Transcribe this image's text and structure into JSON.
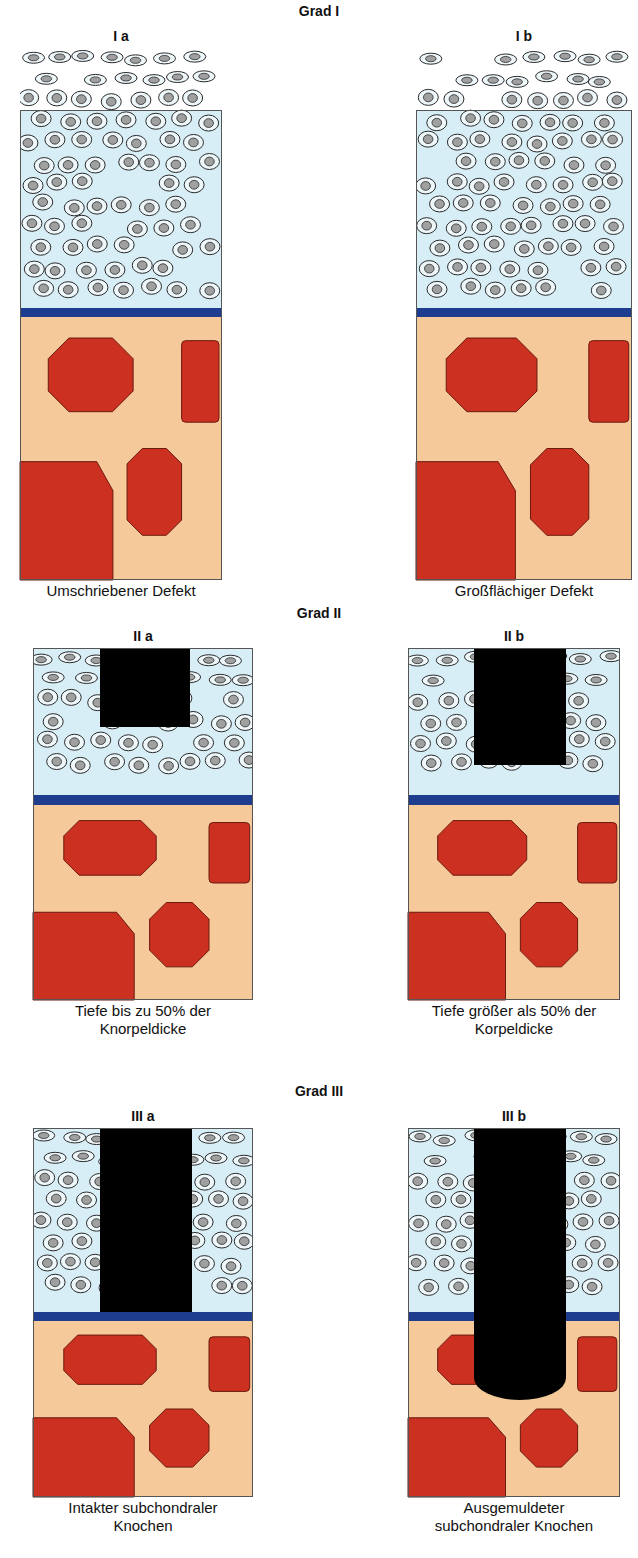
{
  "diagram": {
    "nodes": [
      {
        "text": [
          "I a",
          "Umschriebener Defekt"
        ]
      },
      {
        "text": [
          "I b",
          "Großflächiger Defekt"
        ]
      },
      {
        "text": [
          "II a",
          "Tiefe bis zu 50% der Knorpeldicke"
        ]
      },
      {
        "text": [
          "II b",
          "Tiefe größer als 50% der Korpeldicke"
        ]
      },
      {
        "text": [
          "III a",
          "Intakter subchondraler Knochen"
        ]
      },
      {
        "text": [
          "III b",
          "Ausgemuldeter subchondraler Knochen"
        ]
      }
    ],
    "labels": [
      "Grad I",
      "Grad II",
      "Grad III"
    ]
  }
}
